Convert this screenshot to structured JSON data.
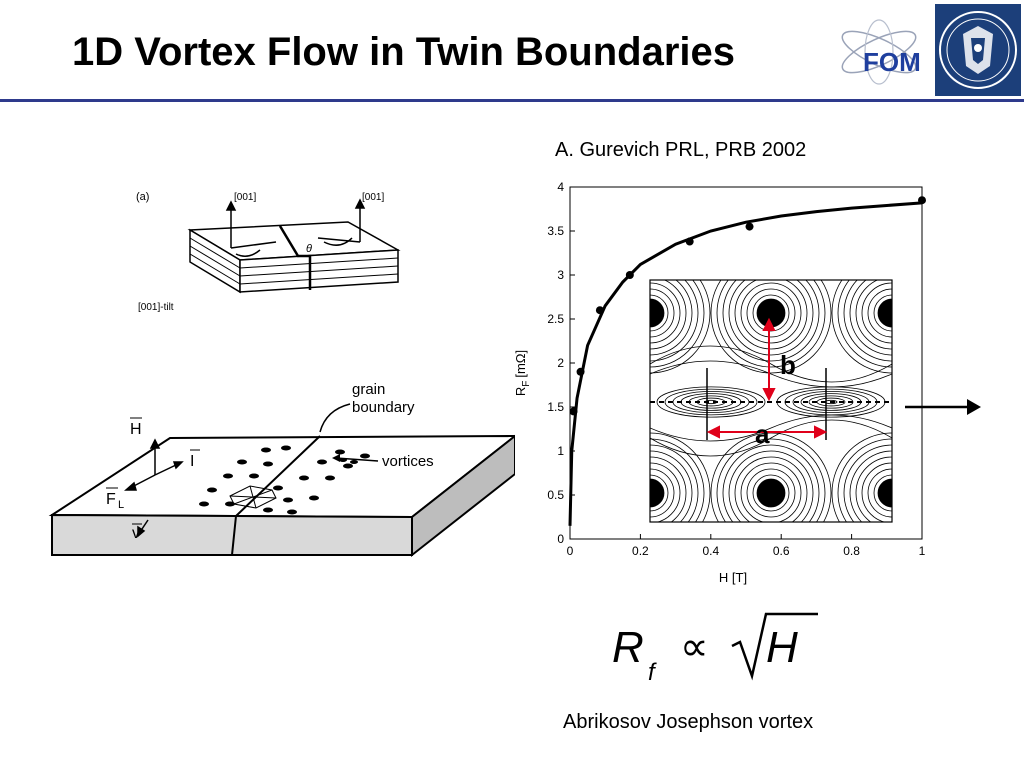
{
  "slide": {
    "title": "1D Vortex Flow in Twin Boundaries",
    "citation": "A. Gurevich PRL, PRB 2002",
    "caption": "Abrikosov Josephson vortex"
  },
  "logo": {
    "text": "FOM",
    "color": "#1f3f9e"
  },
  "colors": {
    "accent": "#2e3a8c",
    "seal": "#1c3f7a",
    "arrow_red": "#e0001a"
  },
  "figure_a": {
    "panel_label": "(a)",
    "axis_left": "[001]",
    "axis_right": "[001]",
    "angle": "θ",
    "tilt_label": "[001]-tilt"
  },
  "figure_b": {
    "grain_boundary": [
      "grain",
      "boundary"
    ],
    "vortices": "vortices",
    "H": "H",
    "I": "I",
    "FL": "F",
    "FL_sub": "L",
    "v": "v"
  },
  "formula": {
    "R": "R",
    "sub": "f",
    "prop": "∝",
    "H": "H"
  },
  "chart_data": {
    "type": "scatter",
    "xlabel": "H [T]",
    "ylabel": "R",
    "ylabel_sub": "F",
    "ylabel_unit": "[mΩ]",
    "xlim": [
      0,
      1
    ],
    "ylim": [
      0,
      4
    ],
    "xticks": [
      0,
      0.2,
      0.4,
      0.6,
      0.8,
      1
    ],
    "xtick_labels": [
      "0",
      "0.2",
      "0.4",
      "0.6",
      "0.8",
      "1"
    ],
    "yticks": [
      0,
      0.5,
      1,
      1.5,
      2,
      2.5,
      3,
      3.5,
      4
    ],
    "ytick_labels": [
      "0",
      "0.5",
      "1",
      "1.5",
      "2",
      "2.5",
      "3",
      "3.5",
      "4"
    ],
    "grid": false,
    "points": [
      {
        "x": 0.01,
        "y": 1.45
      },
      {
        "x": 0.03,
        "y": 1.9
      },
      {
        "x": 0.085,
        "y": 2.6
      },
      {
        "x": 0.17,
        "y": 3.0
      },
      {
        "x": 0.34,
        "y": 3.38
      },
      {
        "x": 0.51,
        "y": 3.55
      },
      {
        "x": 1.0,
        "y": 3.85
      }
    ],
    "fit_curve": [
      {
        "x": 0.0,
        "y": 0.15
      },
      {
        "x": 0.005,
        "y": 1.0
      },
      {
        "x": 0.02,
        "y": 1.6
      },
      {
        "x": 0.05,
        "y": 2.2
      },
      {
        "x": 0.1,
        "y": 2.65
      },
      {
        "x": 0.15,
        "y": 2.92
      },
      {
        "x": 0.2,
        "y": 3.12
      },
      {
        "x": 0.3,
        "y": 3.35
      },
      {
        "x": 0.4,
        "y": 3.5
      },
      {
        "x": 0.5,
        "y": 3.6
      },
      {
        "x": 0.6,
        "y": 3.67
      },
      {
        "x": 0.7,
        "y": 3.72
      },
      {
        "x": 0.8,
        "y": 3.76
      },
      {
        "x": 0.9,
        "y": 3.79
      },
      {
        "x": 1.0,
        "y": 3.82
      }
    ],
    "inset": {
      "label_b": "b",
      "label_a": "a"
    }
  }
}
